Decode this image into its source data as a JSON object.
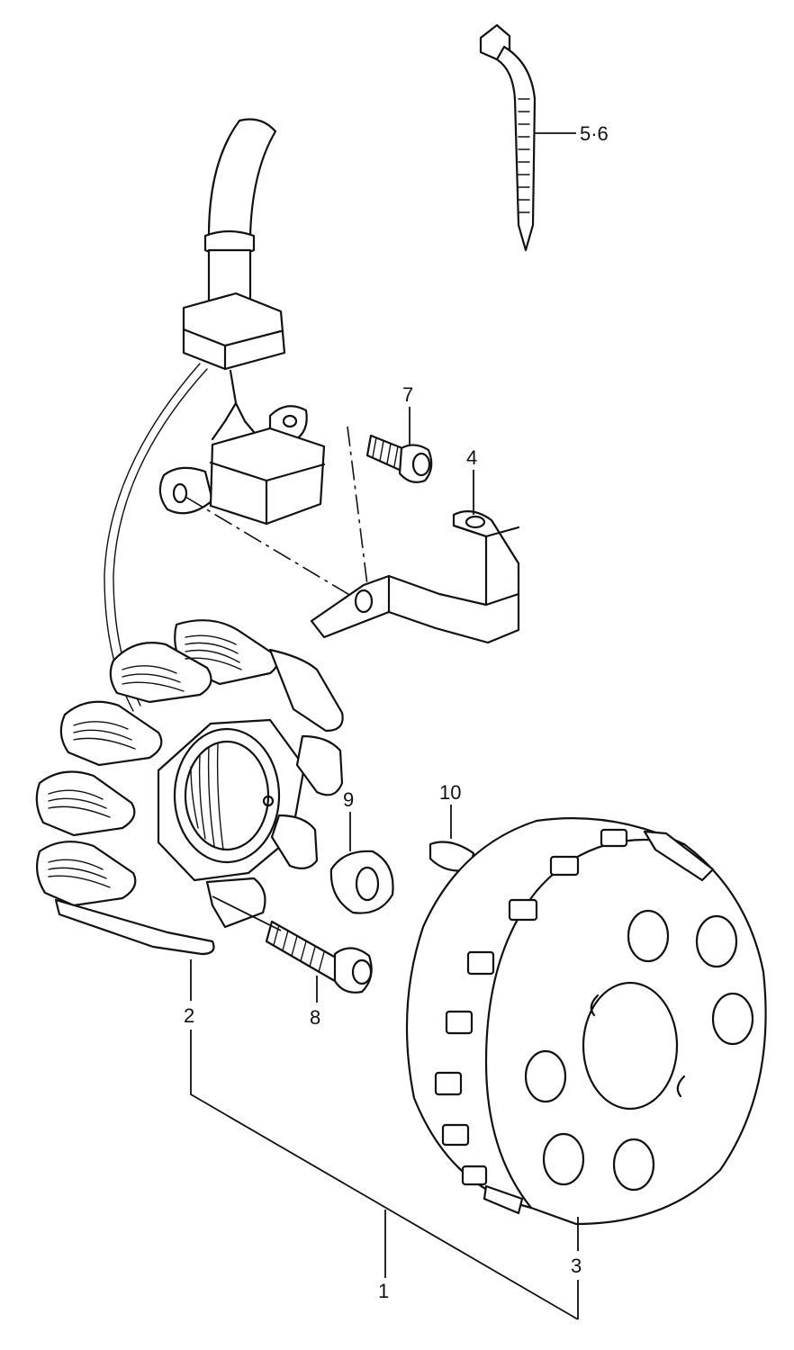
{
  "labels": {
    "part_1": "1",
    "part_2": "2",
    "part_3": "3",
    "part_4": "4",
    "part_5_6": "5·6",
    "part_7": "7",
    "part_8": "8",
    "part_9": "9",
    "part_10": "10"
  },
  "colors": {
    "ink": "#111111",
    "paper": "#ffffff"
  }
}
